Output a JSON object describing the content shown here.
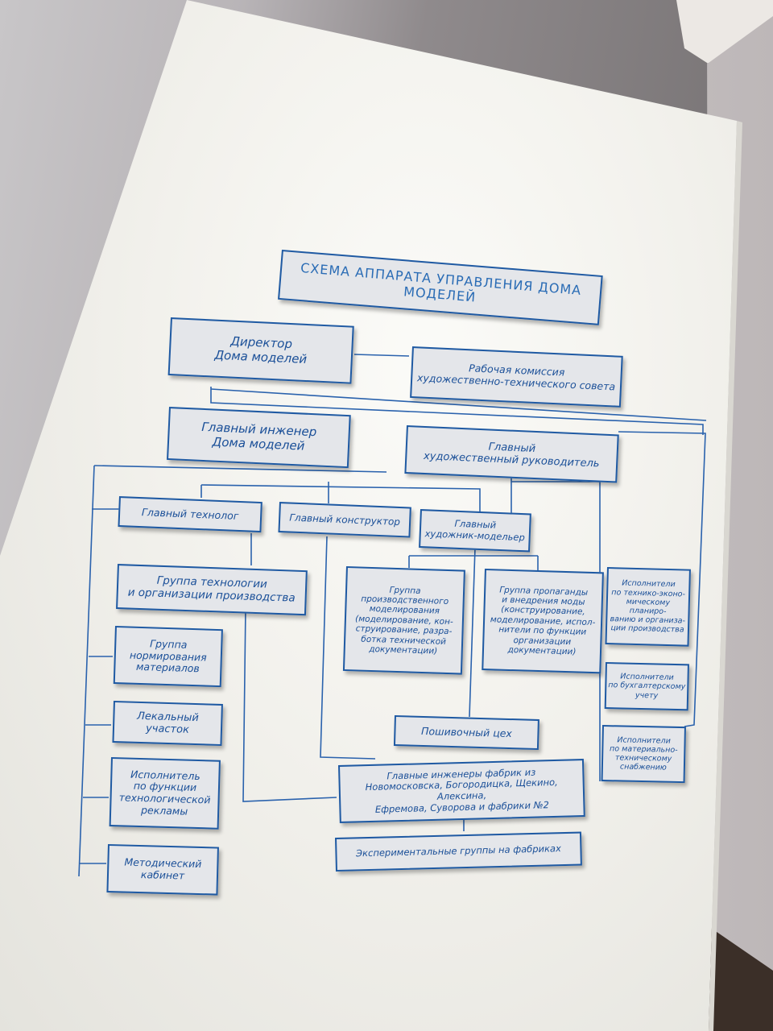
{
  "title": "СХЕМА АППАРАТА УПРАВЛЕНИЯ ДОМА МОДЕЛЕЙ",
  "nodes": {
    "director": "Директор\nДома моделей",
    "commission": "Рабочая комиссия\nхудожественно-технического совета",
    "chief_engineer": "Главный инженер\nДома моделей",
    "art_director": "Главный\nхудожественный руководитель",
    "chief_technologist": "Главный технолог",
    "chief_constructor": "Главный конструктор",
    "chief_artist": "Главный\nхудожник-модельер",
    "tech_group": "Группа технологии\nи организации производства",
    "norm_group": "Группа\nнормирования\nматериалов",
    "lekal": "Лекальный\nучасток",
    "tech_ads": "Исполнитель\nпо функции\nтехнологической\nрекламы",
    "method_cabinet": "Методический\nкабинет",
    "prod_modeling": "Группа\nпроизводственного\nмоделирования\n(моделирование, кон-\nструирование, разра-\nботка технической\nдокументации)",
    "propaganda": "Группа пропаганды\nи внедрения моды\n(конструирование,\nмоделирование, испол-\nнители по функции\nорганизации\nдокументации)",
    "sewing": "Пошивочный цех",
    "factory_engineers": "Главные инженеры фабрик из\nНовомосковска, Богородицка, Щекино, Алексина,\nЕфремова, Суворова и фабрики №2",
    "experimental": "Экспериментальные группы на фабриках",
    "exec_planning": "Исполнители\nпо технико-эконо-\nмическому планиро-\nванию и организа-\nции производства",
    "exec_accounting": "Исполнители\nпо бухгалтерскому\nучету",
    "exec_supply": "Исполнители\nпо материально-\nтехническому\nснабжению"
  },
  "colors": {
    "accent": "#1f5aa3",
    "box_fill": "#e4e6ea",
    "panel": "#f4f3ee"
  }
}
